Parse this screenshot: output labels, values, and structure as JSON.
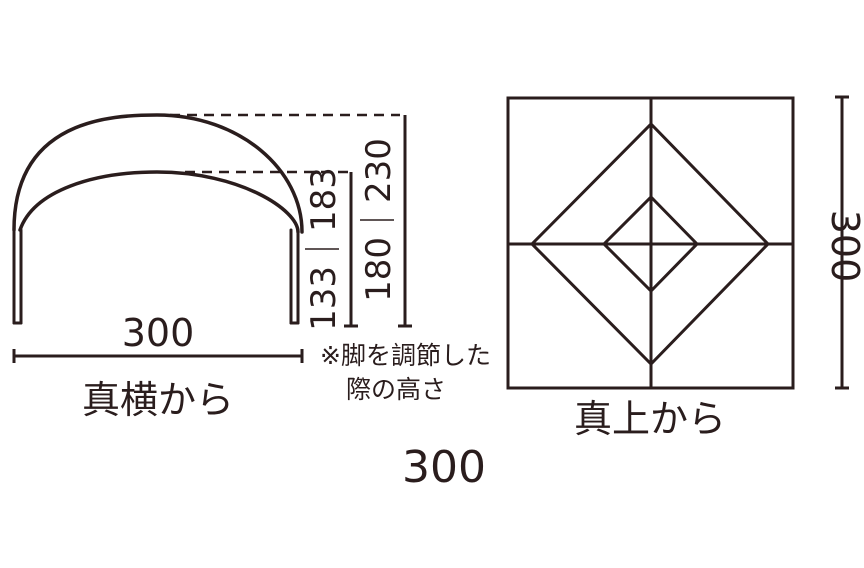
{
  "colors": {
    "line": "#2a1d1d",
    "background": "#ffffff"
  },
  "side_view": {
    "width_label": "300",
    "caption": "真横から",
    "height_labels": [
      "133｜183",
      "180｜230"
    ]
  },
  "note": {
    "line1": "※脚を調節した",
    "line2": "際の高さ"
  },
  "top_view": {
    "caption": "真上から",
    "depth_label": "300"
  },
  "bottom_label": "300"
}
